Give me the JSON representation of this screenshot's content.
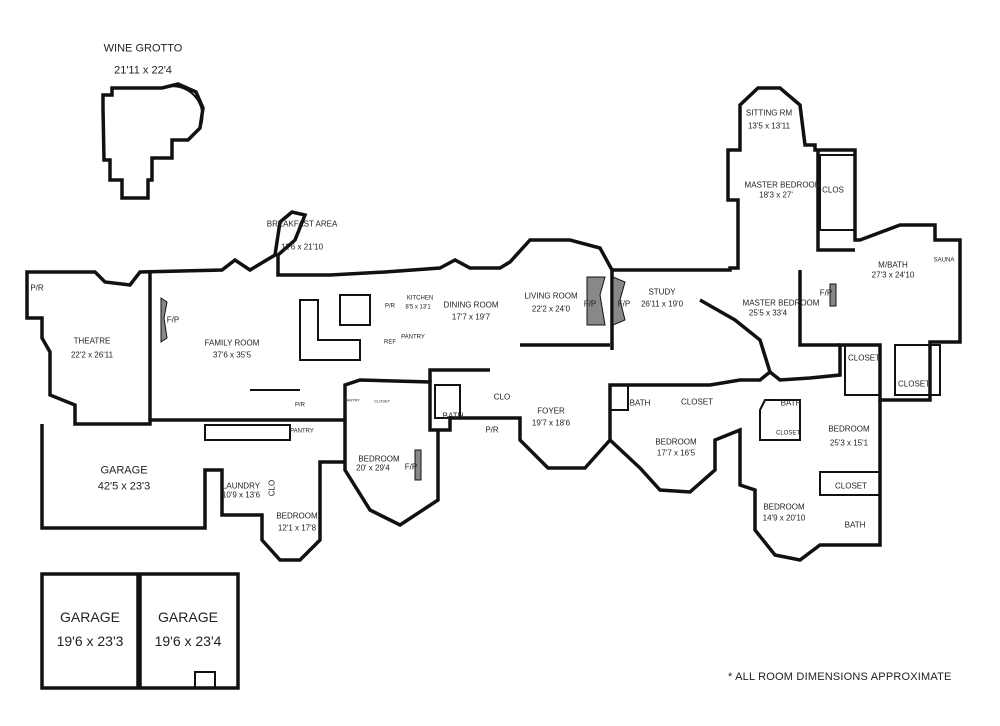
{
  "title": {
    "name": "WINE GROTTO",
    "dims": "21'11 x 22'4"
  },
  "rooms": {
    "breakfast": {
      "name": "BREAKFAST AREA",
      "dims": "11'6 x 21'10"
    },
    "powder_theatre": {
      "name": "P/R"
    },
    "theatre": {
      "name": "THEATRE",
      "dims": "22'2 x 26'11"
    },
    "fp_family": {
      "name": "F/P"
    },
    "family": {
      "name": "FAMILY ROOM",
      "dims": "37'6 x 35'5"
    },
    "kitchen": {
      "name": "KITCHEN",
      "dims": "8'5 x 13'1"
    },
    "kitchen_pr": {
      "name": "P/R"
    },
    "ref": {
      "name": "REF"
    },
    "kitchen_pantry": {
      "name": "PANTRY"
    },
    "dining": {
      "name": "DINING ROOM",
      "dims": "17'7 x 19'7"
    },
    "living": {
      "name": "LIVING ROOM",
      "dims": "22'2 x 24'0"
    },
    "fp_living": {
      "name": "F/P"
    },
    "fp_study": {
      "name": "F/P"
    },
    "study": {
      "name": "STUDY",
      "dims": "26'11 x 19'0"
    },
    "sitting": {
      "name": "SITTING RM",
      "dims": "13'5 x 13'11"
    },
    "master_upper": {
      "name": "MASTER BEDROOM",
      "dims": "18'3 x 27'"
    },
    "clos_master": {
      "name": "CLOS"
    },
    "mbath": {
      "name": "M/BATH",
      "dims": "27'3 x 24'10"
    },
    "sauna": {
      "name": "SAUNA"
    },
    "fp_master": {
      "name": "F/P"
    },
    "master": {
      "name": "MASTER BEDROOM",
      "dims": "25'5 x 33'4"
    },
    "closet_m1": {
      "name": "CLOSET"
    },
    "closet_m2": {
      "name": "CLOSET"
    },
    "garage_main": {
      "name": "GARAGE",
      "dims": "42'5 x 23'3"
    },
    "pr_hall": {
      "name": "P/R"
    },
    "pantry_hall": {
      "name": "PANTRY"
    },
    "pantry_small": {
      "name": "PANTRY"
    },
    "closet_small": {
      "name": "CLOSET"
    },
    "bath_1": {
      "name": "BATH"
    },
    "clo_foyer": {
      "name": "CLO"
    },
    "pr_foyer": {
      "name": "P/R"
    },
    "foyer": {
      "name": "FOYER",
      "dims": "19'7 x 18'6"
    },
    "bath_2": {
      "name": "BATH"
    },
    "closet_2": {
      "name": "CLOSET"
    },
    "bath_3": {
      "name": "BATH"
    },
    "closet_3": {
      "name": "CLOSET"
    },
    "bedroom_b": {
      "name": "BEDROOM",
      "dims": "17'7 x 16'5"
    },
    "bedroom_c": {
      "name": "BEDROOM",
      "dims": "25'3 x 15'1"
    },
    "bedroom_a": {
      "name": "BEDROOM",
      "dims": "20' x 29'4"
    },
    "fp_bed": {
      "name": "F/P"
    },
    "laundry": {
      "name": "LAUNDRY",
      "dims": "10'9 x 13'6"
    },
    "clo_laundry": {
      "name": "CLO"
    },
    "bedroom_small": {
      "name": "BEDROOM",
      "dims": "12'1 x 17'8"
    },
    "bedroom_d": {
      "name": "BEDROOM",
      "dims": "14'9 x 20'10"
    },
    "closet_d": {
      "name": "CLOSET"
    },
    "bath_d": {
      "name": "BATH"
    },
    "garage_2": {
      "name": "GARAGE",
      "dims": "19'6 x 23'3"
    },
    "garage_3": {
      "name": "GARAGE",
      "dims": "19'6 x 23'4"
    }
  },
  "note": "* ALL ROOM DIMENSIONS APPROXIMATE"
}
